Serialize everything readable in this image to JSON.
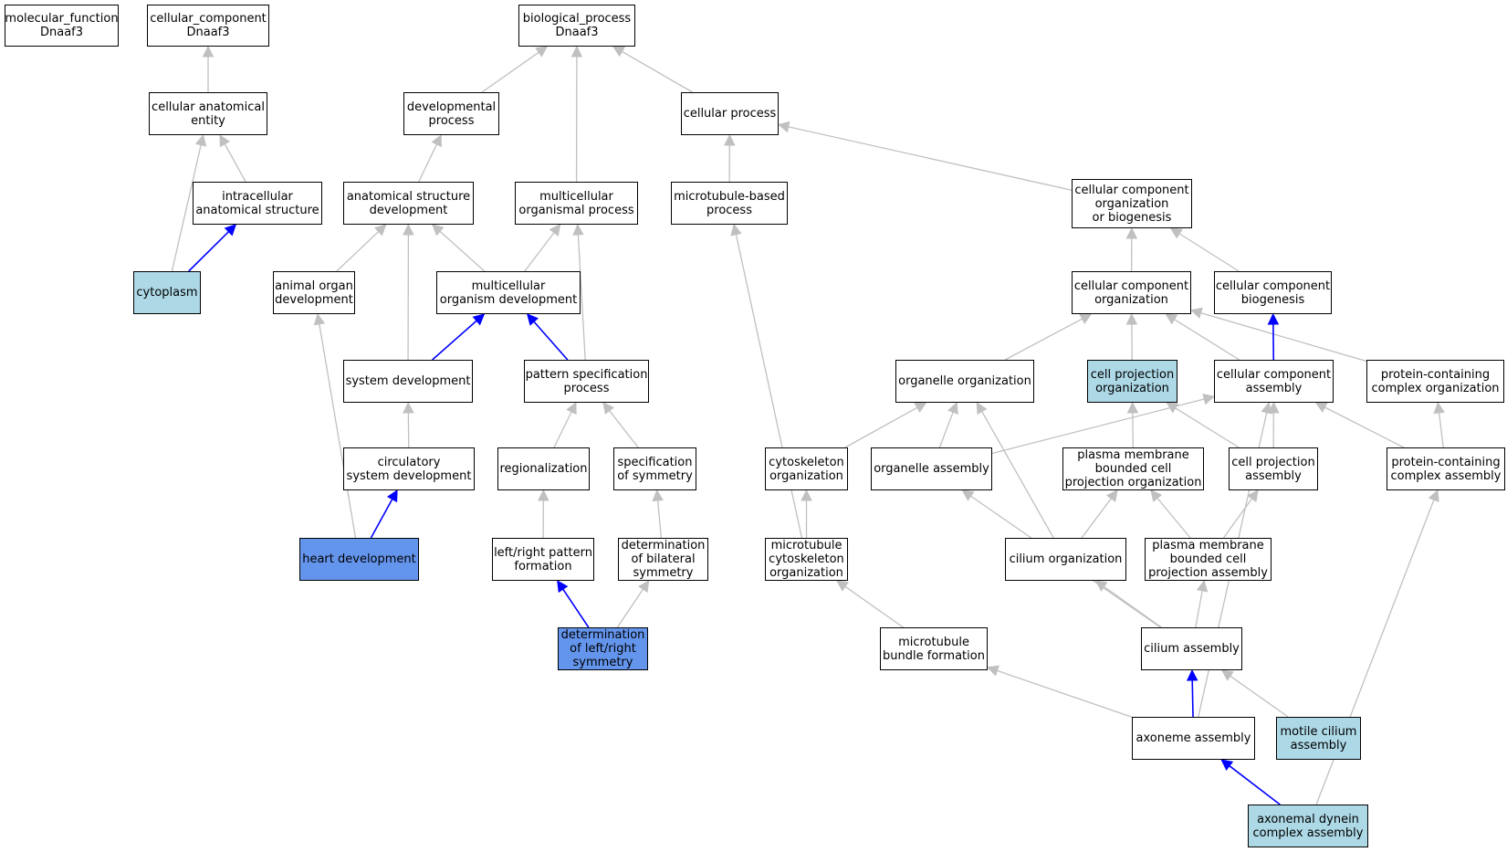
{
  "colors": {
    "default_fill": "#ffffff",
    "light_fill": "#add8e6",
    "dark_fill": "#6495ed",
    "gray_edge": "#c0c0c0",
    "blue_edge": "#0000ff"
  },
  "nodes": [
    {
      "id": "mf",
      "lines": [
        "molecular_function",
        "Dnaaf3"
      ],
      "fill": "default"
    },
    {
      "id": "cc",
      "lines": [
        "cellular_component",
        "Dnaaf3"
      ],
      "fill": "default"
    },
    {
      "id": "bp",
      "lines": [
        "biological_process",
        "Dnaaf3"
      ],
      "fill": "default"
    },
    {
      "id": "cae",
      "lines": [
        "cellular anatomical",
        "entity"
      ],
      "fill": "default"
    },
    {
      "id": "dev",
      "lines": [
        "developmental",
        "process"
      ],
      "fill": "default"
    },
    {
      "id": "cproc",
      "lines": [
        "cellular process"
      ],
      "fill": "default"
    },
    {
      "id": "ias",
      "lines": [
        "intracellular",
        "anatomical structure"
      ],
      "fill": "default"
    },
    {
      "id": "asd",
      "lines": [
        "anatomical structure",
        "development"
      ],
      "fill": "default"
    },
    {
      "id": "mop",
      "lines": [
        "multicellular",
        "organismal process"
      ],
      "fill": "default"
    },
    {
      "id": "mbp",
      "lines": [
        "microtubule-based",
        "process"
      ],
      "fill": "default"
    },
    {
      "id": "ccob",
      "lines": [
        "cellular component",
        "organization",
        "or biogenesis"
      ],
      "fill": "default"
    },
    {
      "id": "cyto",
      "lines": [
        "cytoplasm"
      ],
      "fill": "light"
    },
    {
      "id": "aod",
      "lines": [
        "animal organ",
        "development"
      ],
      "fill": "default"
    },
    {
      "id": "mod",
      "lines": [
        "multicellular",
        "organism development"
      ],
      "fill": "default"
    },
    {
      "id": "cco",
      "lines": [
        "cellular component",
        "organization"
      ],
      "fill": "default"
    },
    {
      "id": "ccb",
      "lines": [
        "cellular component",
        "biogenesis"
      ],
      "fill": "default"
    },
    {
      "id": "sysdev",
      "lines": [
        "system development"
      ],
      "fill": "default"
    },
    {
      "id": "psp",
      "lines": [
        "pattern specification",
        "process"
      ],
      "fill": "default"
    },
    {
      "id": "oo",
      "lines": [
        "organelle organization"
      ],
      "fill": "default"
    },
    {
      "id": "cpo",
      "lines": [
        "cell projection",
        "organization"
      ],
      "fill": "light"
    },
    {
      "id": "cca",
      "lines": [
        "cellular component",
        "assembly"
      ],
      "fill": "default"
    },
    {
      "id": "pcco",
      "lines": [
        "protein-containing",
        "complex organization"
      ],
      "fill": "default"
    },
    {
      "id": "csd",
      "lines": [
        "circulatory",
        "system development"
      ],
      "fill": "default"
    },
    {
      "id": "reg",
      "lines": [
        "regionalization"
      ],
      "fill": "default"
    },
    {
      "id": "sos",
      "lines": [
        "specification",
        "of symmetry"
      ],
      "fill": "default"
    },
    {
      "id": "cytoorg",
      "lines": [
        "cytoskeleton",
        "organization"
      ],
      "fill": "default"
    },
    {
      "id": "oa",
      "lines": [
        "organelle assembly"
      ],
      "fill": "default"
    },
    {
      "id": "pmbcpo",
      "lines": [
        "plasma membrane",
        "bounded cell",
        "projection organization"
      ],
      "fill": "default"
    },
    {
      "id": "cpa",
      "lines": [
        "cell projection",
        "assembly"
      ],
      "fill": "default"
    },
    {
      "id": "pcca",
      "lines": [
        "protein-containing",
        "complex assembly"
      ],
      "fill": "default"
    },
    {
      "id": "hd",
      "lines": [
        "heart development"
      ],
      "fill": "dark"
    },
    {
      "id": "lrpf",
      "lines": [
        "left/right pattern",
        "formation"
      ],
      "fill": "default"
    },
    {
      "id": "dbs",
      "lines": [
        "determination",
        "of bilateral",
        "symmetry"
      ],
      "fill": "default"
    },
    {
      "id": "mco",
      "lines": [
        "microtubule",
        "cytoskeleton",
        "organization"
      ],
      "fill": "default"
    },
    {
      "id": "ciliumorg",
      "lines": [
        "cilium organization"
      ],
      "fill": "default"
    },
    {
      "id": "pmbcpa",
      "lines": [
        "plasma membrane",
        "bounded cell",
        "projection assembly"
      ],
      "fill": "default"
    },
    {
      "id": "dlrs",
      "lines": [
        "determination",
        "of left/right",
        "symmetry"
      ],
      "fill": "dark"
    },
    {
      "id": "mbf",
      "lines": [
        "microtubule",
        "bundle formation"
      ],
      "fill": "default"
    },
    {
      "id": "ca",
      "lines": [
        "cilium assembly"
      ],
      "fill": "default"
    },
    {
      "id": "aa",
      "lines": [
        "axoneme assembly"
      ],
      "fill": "default"
    },
    {
      "id": "mca",
      "lines": [
        "motile cilium",
        "assembly"
      ],
      "fill": "light"
    },
    {
      "id": "adca",
      "lines": [
        "axonemal dynein",
        "complex assembly"
      ],
      "fill": "light"
    }
  ],
  "edges": [
    {
      "from": "cae",
      "to": "cc",
      "color": "gray"
    },
    {
      "from": "ias",
      "to": "cae",
      "color": "gray"
    },
    {
      "from": "cyto",
      "to": "cae",
      "color": "gray"
    },
    {
      "from": "cyto",
      "to": "ias",
      "color": "blue"
    },
    {
      "from": "dev",
      "to": "bp",
      "color": "gray"
    },
    {
      "from": "mop",
      "to": "bp",
      "color": "gray"
    },
    {
      "from": "cproc",
      "to": "bp",
      "color": "gray"
    },
    {
      "from": "asd",
      "to": "dev",
      "color": "gray"
    },
    {
      "from": "mbp",
      "to": "cproc",
      "color": "gray"
    },
    {
      "from": "ccob",
      "to": "cproc",
      "color": "gray"
    },
    {
      "from": "aod",
      "to": "asd",
      "color": "gray"
    },
    {
      "from": "sysdev",
      "to": "asd",
      "color": "gray"
    },
    {
      "from": "mod",
      "to": "asd",
      "color": "gray"
    },
    {
      "from": "mod",
      "to": "mop",
      "color": "gray"
    },
    {
      "from": "psp",
      "to": "mop",
      "color": "gray"
    },
    {
      "from": "sysdev",
      "to": "mod",
      "color": "blue"
    },
    {
      "from": "psp",
      "to": "mod",
      "color": "blue"
    },
    {
      "from": "csd",
      "to": "sysdev",
      "color": "gray"
    },
    {
      "from": "hd",
      "to": "csd",
      "color": "blue"
    },
    {
      "from": "hd",
      "to": "aod",
      "color": "gray"
    },
    {
      "from": "reg",
      "to": "psp",
      "color": "gray"
    },
    {
      "from": "sos",
      "to": "psp",
      "color": "gray"
    },
    {
      "from": "lrpf",
      "to": "reg",
      "color": "gray"
    },
    {
      "from": "dbs",
      "to": "sos",
      "color": "gray"
    },
    {
      "from": "dlrs",
      "to": "lrpf",
      "color": "blue"
    },
    {
      "from": "dlrs",
      "to": "dbs",
      "color": "gray"
    },
    {
      "from": "cco",
      "to": "ccob",
      "color": "gray"
    },
    {
      "from": "ccb",
      "to": "ccob",
      "color": "gray"
    },
    {
      "from": "oo",
      "to": "cco",
      "color": "gray"
    },
    {
      "from": "cpo",
      "to": "cco",
      "color": "gray"
    },
    {
      "from": "cca",
      "to": "cco",
      "color": "gray"
    },
    {
      "from": "pcco",
      "to": "cco",
      "color": "gray"
    },
    {
      "from": "cca",
      "to": "ccb",
      "color": "blue"
    },
    {
      "from": "cytoorg",
      "to": "oo",
      "color": "gray"
    },
    {
      "from": "oa",
      "to": "oo",
      "color": "gray"
    },
    {
      "from": "ciliumorg",
      "to": "oo",
      "color": "gray"
    },
    {
      "from": "oa",
      "to": "cca",
      "color": "gray"
    },
    {
      "from": "pmbcpo",
      "to": "cpo",
      "color": "gray"
    },
    {
      "from": "cpa",
      "to": "cpo",
      "color": "gray"
    },
    {
      "from": "cpa",
      "to": "cca",
      "color": "gray"
    },
    {
      "from": "pcca",
      "to": "cca",
      "color": "gray"
    },
    {
      "from": "pcca",
      "to": "pcco",
      "color": "gray"
    },
    {
      "from": "ciliumorg",
      "to": "pmbcpo",
      "color": "gray"
    },
    {
      "from": "pmbcpa",
      "to": "pmbcpo",
      "color": "gray"
    },
    {
      "from": "pmbcpa",
      "to": "cpa",
      "color": "gray"
    },
    {
      "from": "mco",
      "to": "cytoorg",
      "color": "gray"
    },
    {
      "from": "mco",
      "to": "mbp",
      "color": "gray"
    },
    {
      "from": "mbf",
      "to": "mco",
      "color": "gray"
    },
    {
      "from": "ca",
      "to": "ciliumorg",
      "color": "gray"
    },
    {
      "from": "ca",
      "to": "pmbcpa",
      "color": "gray"
    },
    {
      "from": "ca",
      "to": "oa",
      "color": "gray"
    },
    {
      "from": "aa",
      "to": "ca",
      "color": "blue"
    },
    {
      "from": "aa",
      "to": "mbf",
      "color": "gray"
    },
    {
      "from": "aa",
      "to": "cca",
      "color": "gray"
    },
    {
      "from": "mca",
      "to": "ca",
      "color": "gray"
    },
    {
      "from": "adca",
      "to": "aa",
      "color": "blue"
    },
    {
      "from": "adca",
      "to": "pcca",
      "color": "gray"
    }
  ]
}
